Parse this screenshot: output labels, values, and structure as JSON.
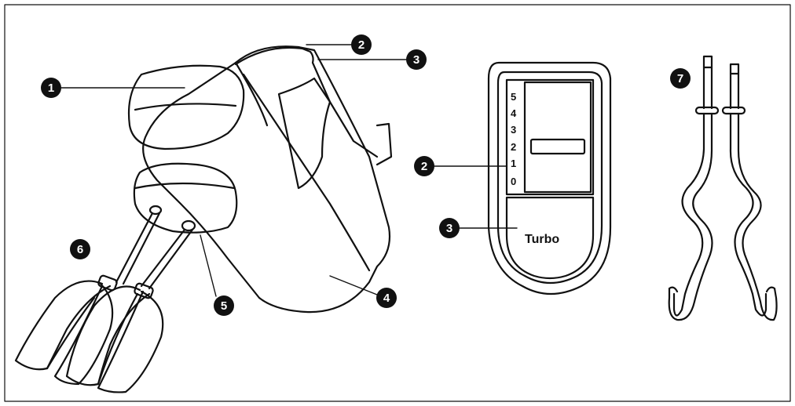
{
  "colors": {
    "ink": "#111111",
    "paper": "#ffffff"
  },
  "speed_labels": [
    "5",
    "4",
    "3",
    "2",
    "1",
    "0"
  ],
  "turbo_label": "Turbo",
  "callouts": [
    {
      "id": "c1",
      "number": "1"
    },
    {
      "id": "c2",
      "number": "2"
    },
    {
      "id": "c3",
      "number": "3"
    },
    {
      "id": "c4",
      "number": "4"
    },
    {
      "id": "c5",
      "number": "5"
    },
    {
      "id": "c6",
      "number": "6"
    },
    {
      "id": "c2b",
      "number": "2"
    },
    {
      "id": "c3b",
      "number": "3"
    },
    {
      "id": "c7",
      "number": "7"
    }
  ]
}
